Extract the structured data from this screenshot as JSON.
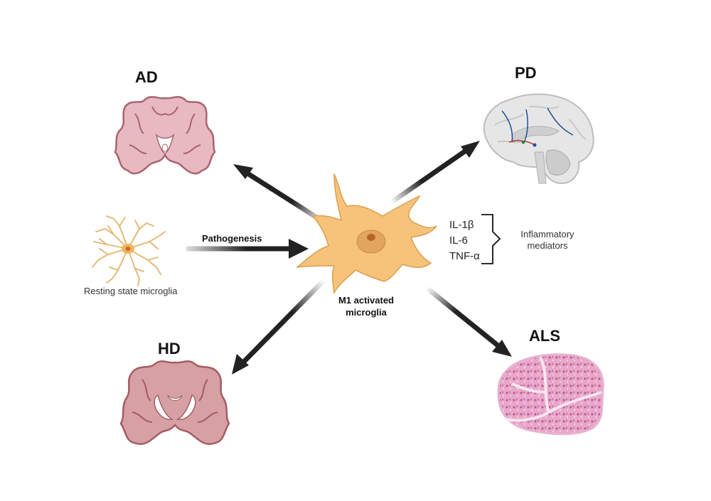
{
  "labels": {
    "ad": "AD",
    "pd": "PD",
    "hd": "HD",
    "als": "ALS",
    "resting": "Resting state microglia",
    "pathogenesis": "Pathogenesis",
    "m1_line1": "M1 activated",
    "m1_line2": "microglia",
    "cytokines": [
      "IL-1β",
      "IL-6",
      "TNF-α"
    ],
    "mediators_line1": "Inflammatory",
    "mediators_line2": "mediators"
  },
  "colors": {
    "arrow": "#222222",
    "microglia_fill": "#f7c27a",
    "microglia_stroke": "#d9a04f",
    "nucleus": "#c98a4a",
    "brain_fill": "#e8b9c0",
    "brain_stroke": "#a8646f",
    "muscle_fill": "#e9a6c9",
    "pd_brain": "#d9d9d9"
  },
  "icons": {
    "ad": "brain-coronal-atrophy-icon",
    "pd": "brain-sagittal-icon",
    "hd": "brain-coronal-ventricles-icon",
    "als": "muscle-cross-section-icon",
    "resting": "ramified-microglia-icon",
    "activated": "amoeboid-microglia-icon"
  }
}
